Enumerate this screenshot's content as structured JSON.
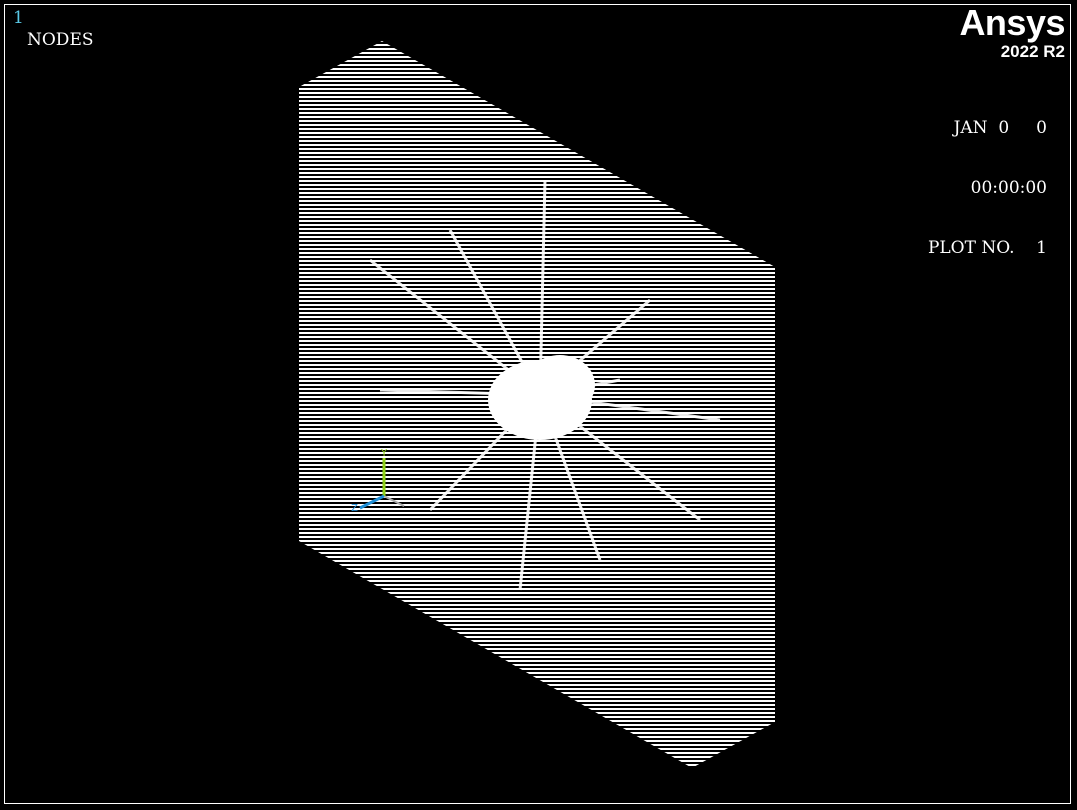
{
  "graphics_window": {
    "window_number": "1",
    "plot_label": "NODES",
    "background_color": "#000000",
    "foreground_color": "#ffffff",
    "window_number_color": "#5ac8e6"
  },
  "branding": {
    "logo_text": "Ansys",
    "version": "2022 R2"
  },
  "datestamp": {
    "date": "JAN  0     0",
    "time": "00:00:00",
    "plot_number": "PLOT NO.    1"
  },
  "model": {
    "display": "node plot",
    "node_color": "#ffffff"
  },
  "triad": {
    "y_label": "Y",
    "z_label": "Z",
    "y_color": "#8fd21a",
    "z_color": "#1e8fd8",
    "x_color": "#aaaaaa"
  }
}
